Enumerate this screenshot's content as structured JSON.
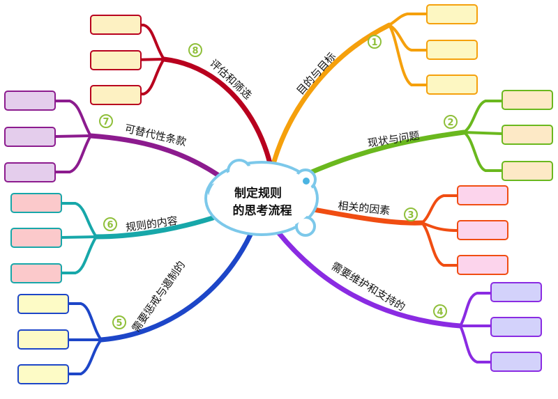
{
  "center": {
    "line1": "制定规则",
    "line2": "的思考流程"
  },
  "branches": [
    {
      "id": "b1",
      "number": "1",
      "label": "目的与目标",
      "color": "#f5a00c",
      "leaf_fill": "#fdf7c2",
      "leaf_stroke": "#f5a00c"
    },
    {
      "id": "b2",
      "number": "2",
      "label": "现状与问题",
      "color": "#6ab81e",
      "leaf_fill": "#fde9c6",
      "leaf_stroke": "#6ab81e"
    },
    {
      "id": "b3",
      "number": "3",
      "label": "相关的因素",
      "color": "#f04d12",
      "leaf_fill": "#fcd4ec",
      "leaf_stroke": "#f04d12"
    },
    {
      "id": "b4",
      "number": "4",
      "label": "需要维护和支持的",
      "color": "#8a2be2",
      "leaf_fill": "#d3d2fb",
      "leaf_stroke": "#8a2be2"
    },
    {
      "id": "b5",
      "number": "5",
      "label": "需要惩戒与遏制的",
      "color": "#1d46c8",
      "leaf_fill": "#fdfbc6",
      "leaf_stroke": "#1d46c8"
    },
    {
      "id": "b6",
      "number": "6",
      "label": "规则的内容",
      "color": "#17a7a9",
      "leaf_fill": "#fbc9cb",
      "leaf_stroke": "#17a7a9"
    },
    {
      "id": "b7",
      "number": "7",
      "label": "可替代性条款",
      "color": "#8c1b8e",
      "leaf_fill": "#e4cdec",
      "leaf_stroke": "#8c1b8e"
    },
    {
      "id": "b8",
      "number": "8",
      "label": "评估和筛选",
      "color": "#b8001e",
      "leaf_fill": "#fdf1c2",
      "leaf_stroke": "#b8001e"
    }
  ]
}
